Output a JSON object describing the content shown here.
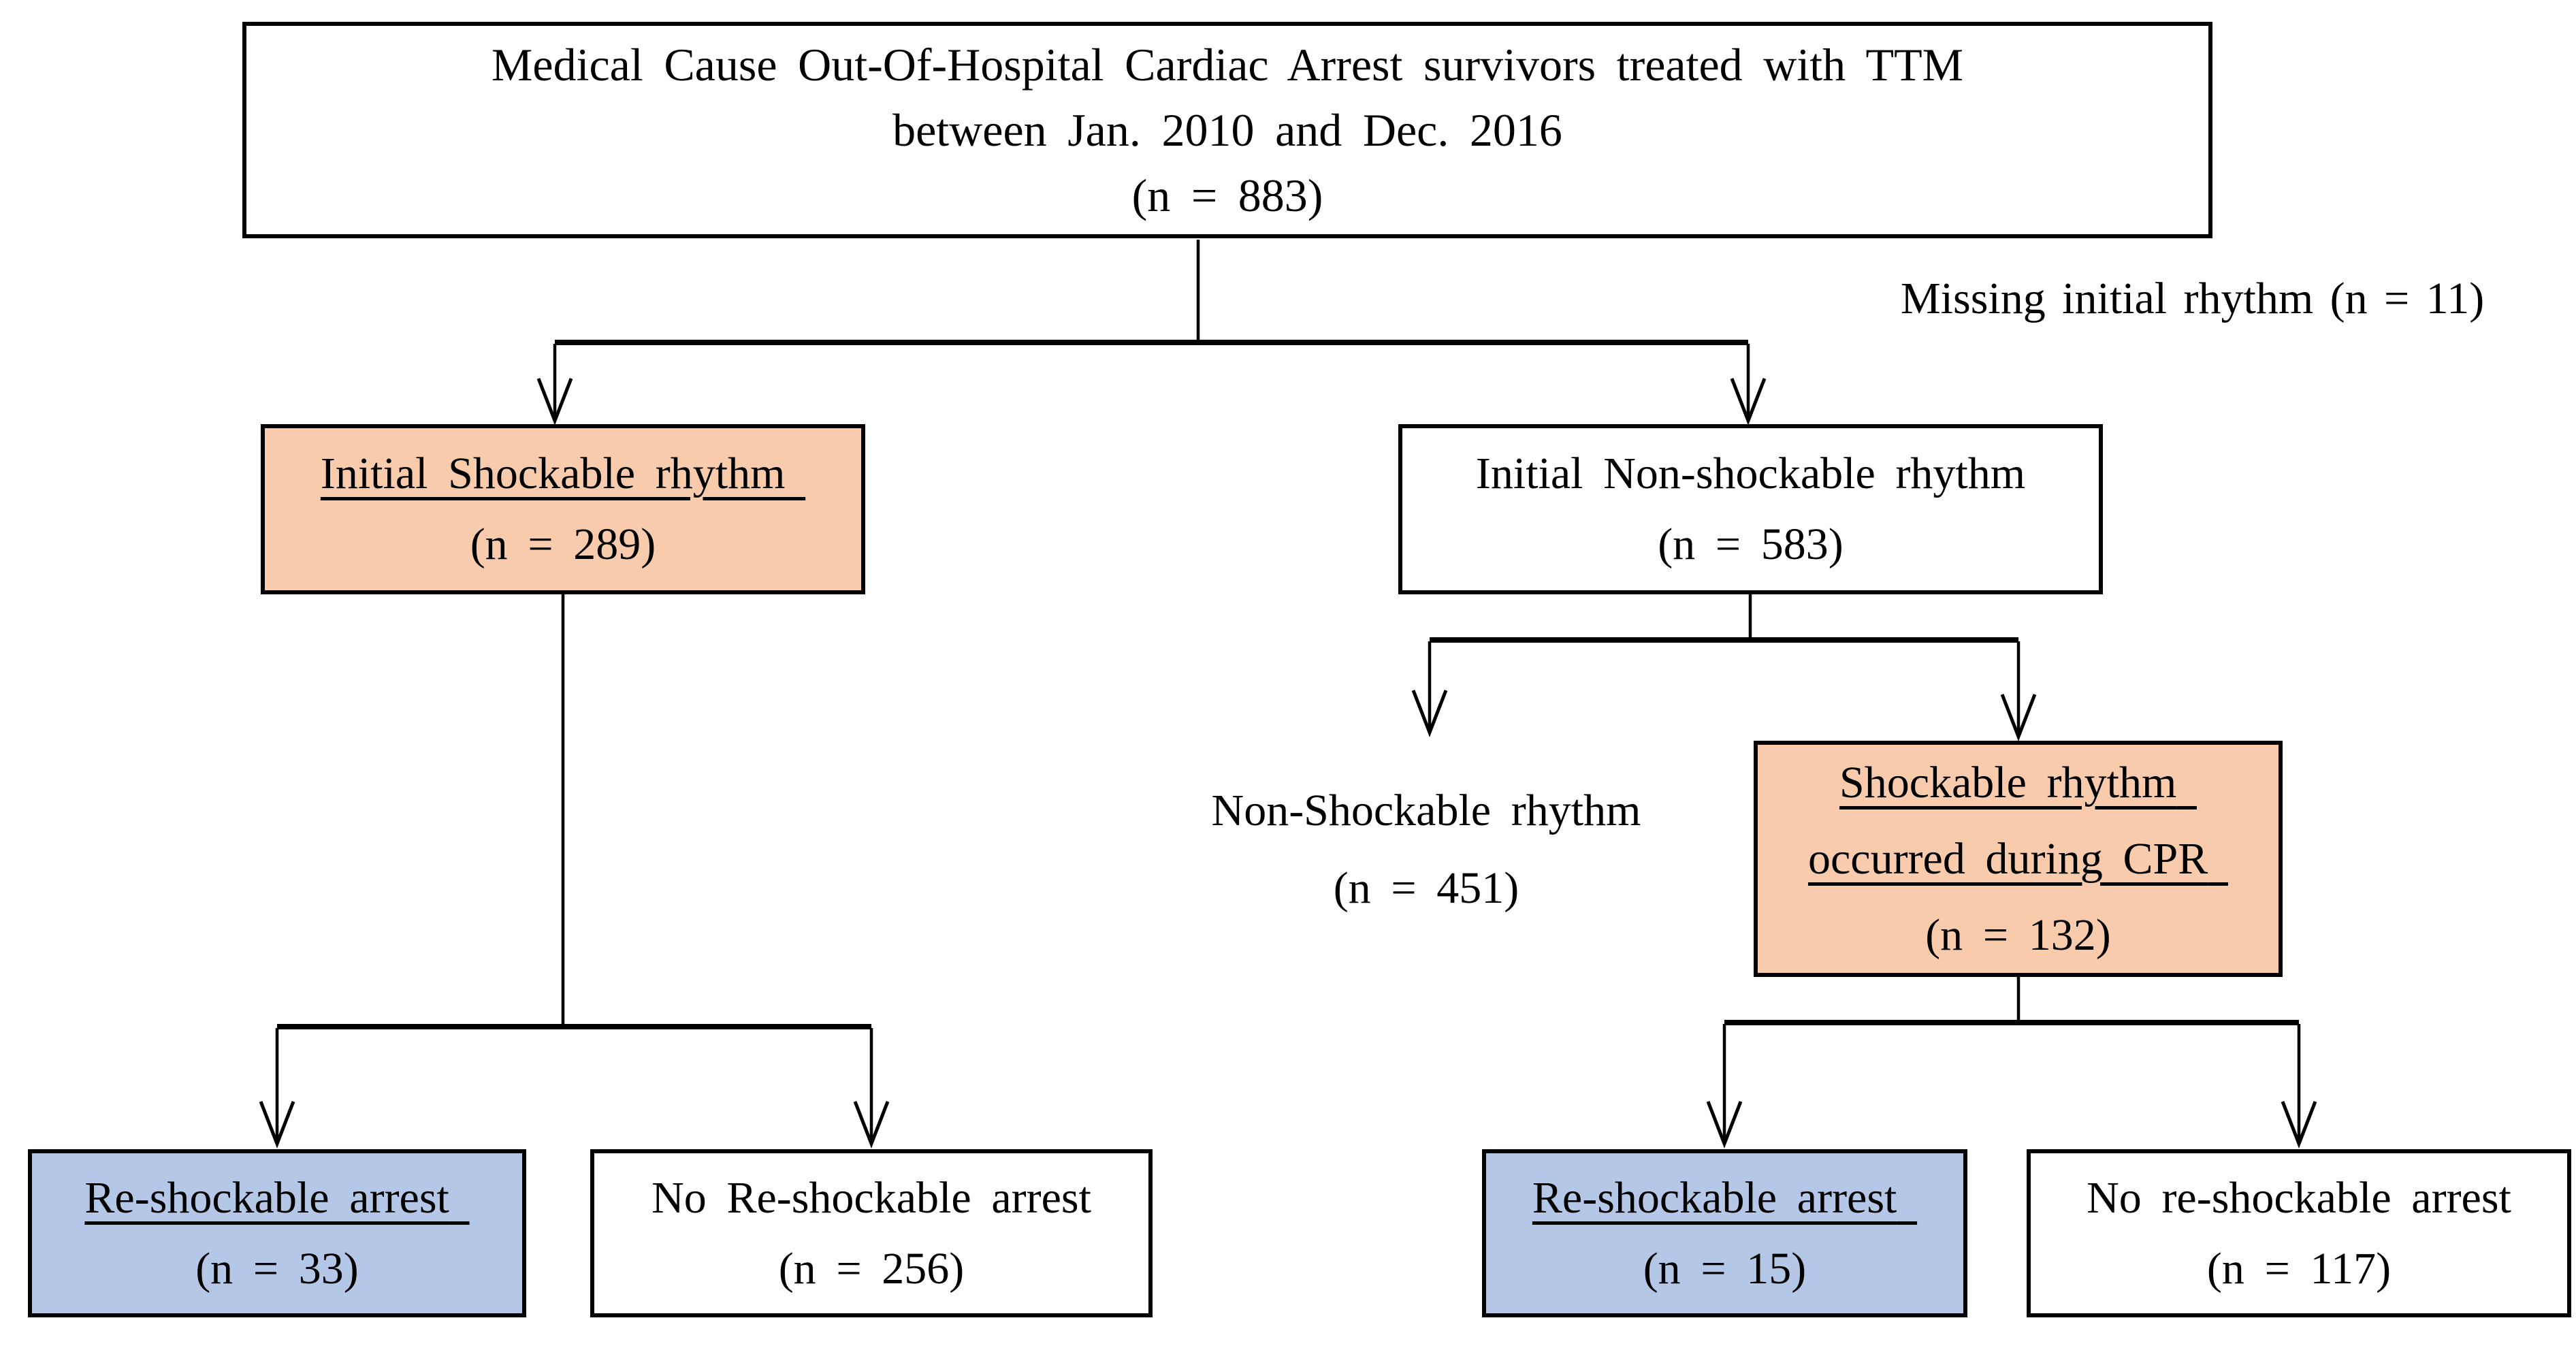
{
  "diagram": {
    "root": {
      "line1": "Medical Cause Out-Of-Hospital Cardiac Arrest survivors treated with TTM",
      "line2": "between Jan. 2010 and Dec. 2016",
      "line3": "(n = 883)"
    },
    "missing_note": "Missing initial rhythm (n = 11)",
    "initial_shockable": {
      "title": "Initial Shockable rhythm",
      "count": "(n = 289)"
    },
    "initial_non_shockable": {
      "title": "Initial Non-shockable rhythm",
      "count": "(n = 583)"
    },
    "non_shockable_rhythm": {
      "title": "Non-Shockable rhythm",
      "count": "(n = 451)"
    },
    "shockable_during_cpr": {
      "line1": "Shockable rhythm",
      "line2": "occurred during CPR",
      "count": "(n = 132)"
    },
    "re_shockable_initial": {
      "title": "Re-shockable arrest",
      "count": "(n = 33)"
    },
    "no_re_shockable_initial": {
      "title": "No Re-shockable arrest",
      "count": "(n = 256)"
    },
    "re_shockable_cpr": {
      "title": "Re-shockable arrest",
      "count": "(n = 15)"
    },
    "no_re_shockable_cpr": {
      "title": "No re-shockable arrest",
      "count": "(n = 117)"
    }
  },
  "colors": {
    "highlight_orange": "#F8CBAD",
    "highlight_blue": "#B4C7E7",
    "box_border": "#000000",
    "connector": "#000000"
  }
}
